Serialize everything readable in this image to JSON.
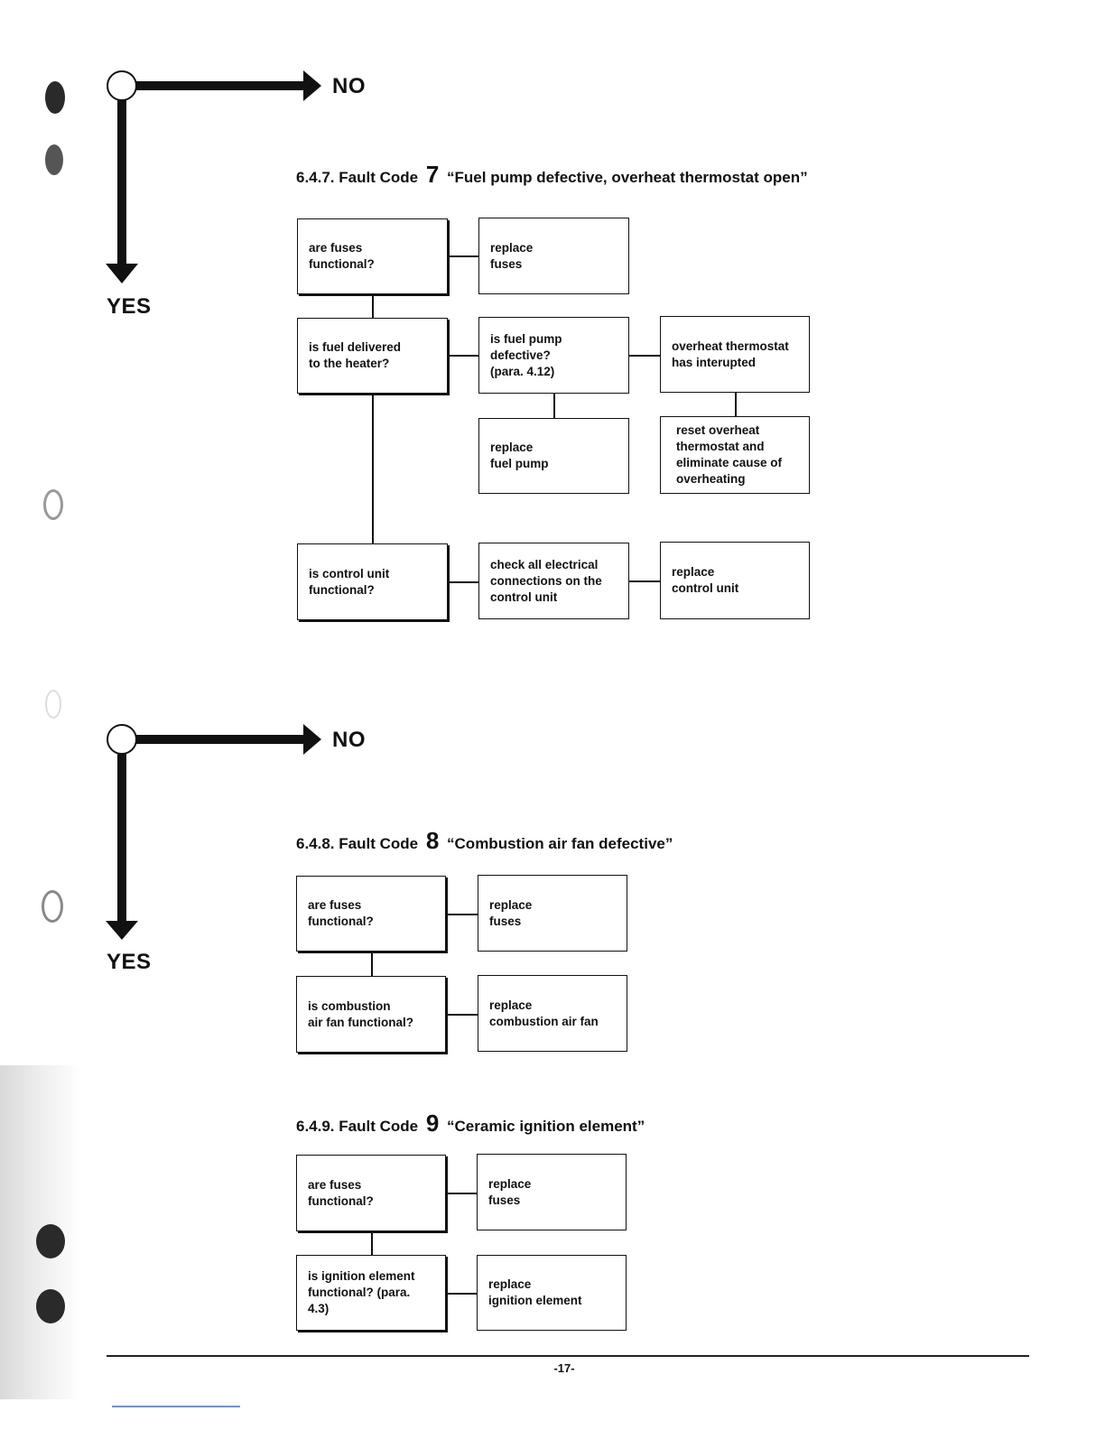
{
  "legend": {
    "no_label": "NO",
    "yes_label": "YES"
  },
  "sections": {
    "fc7": {
      "heading_prefix": "6.4.7. Fault Code",
      "code": "7",
      "heading_title": "“Fuel pump defective, overheat thermostat open”",
      "boxes": {
        "fuses_q": "are fuses\nfunctional?",
        "replace_fuses": "replace\nfuses",
        "fuel_q": "is fuel delivered\nto the heater?",
        "pump_q": "is fuel pump\ndefective?\n(para. 4.12)",
        "thermo": "overheat thermostat\nhas interupted",
        "replace_pump": "replace\nfuel pump",
        "reset": "reset overheat\nthermostat and\neliminate cause of\noverheating",
        "control_q": "is control unit\nfunctional?",
        "check_conn": "check all electrical\nconnections on the\ncontrol unit",
        "replace_control": "replace\ncontrol unit"
      }
    },
    "fc8": {
      "heading_prefix": "6.4.8. Fault Code",
      "code": "8",
      "heading_title": "“Combustion air fan defective”",
      "boxes": {
        "fuses_q": "are fuses\nfunctional?",
        "replace_fuses": "replace\nfuses",
        "fan_q": "is combustion\nair fan functional?",
        "replace_fan": "replace\ncombustion air fan"
      }
    },
    "fc9": {
      "heading_prefix": "6.4.9. Fault Code",
      "code": "9",
      "heading_title": "“Ceramic ignition element”",
      "boxes": {
        "fuses_q": "are fuses\nfunctional?",
        "replace_fuses": "replace\nfuses",
        "ign_q": "is ignition element\nfunctional? (para. 4.3)",
        "replace_ign": "replace\nignition element"
      }
    }
  },
  "footer": {
    "page_number": "-17-"
  }
}
